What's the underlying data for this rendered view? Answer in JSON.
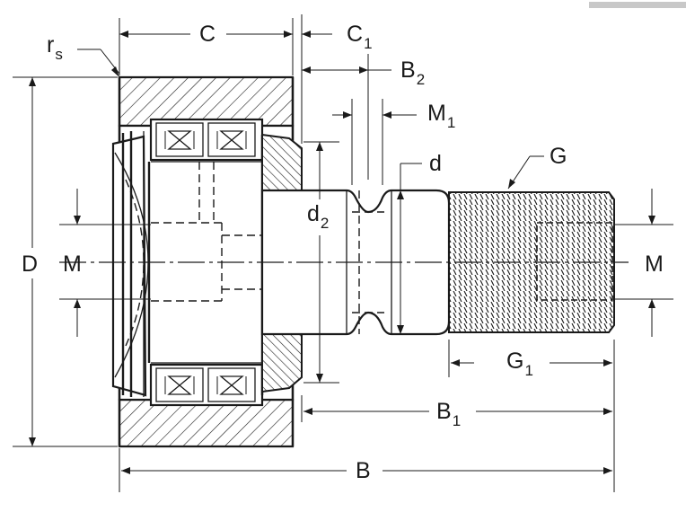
{
  "labels": {
    "C": "C",
    "C1_main": "C",
    "C1_sub": "1",
    "rs_main": "r",
    "rs_sub": "s",
    "B2_main": "B",
    "B2_sub": "2",
    "M1_main": "M",
    "M1_sub": "1",
    "d": "d",
    "G": "G",
    "d2_main": "d",
    "d2_sub": "2",
    "D": "D",
    "M_left": "M",
    "M_right": "M",
    "G1_main": "G",
    "G1_sub": "1",
    "B1_main": "B",
    "B1_sub": "1",
    "B": "B"
  }
}
